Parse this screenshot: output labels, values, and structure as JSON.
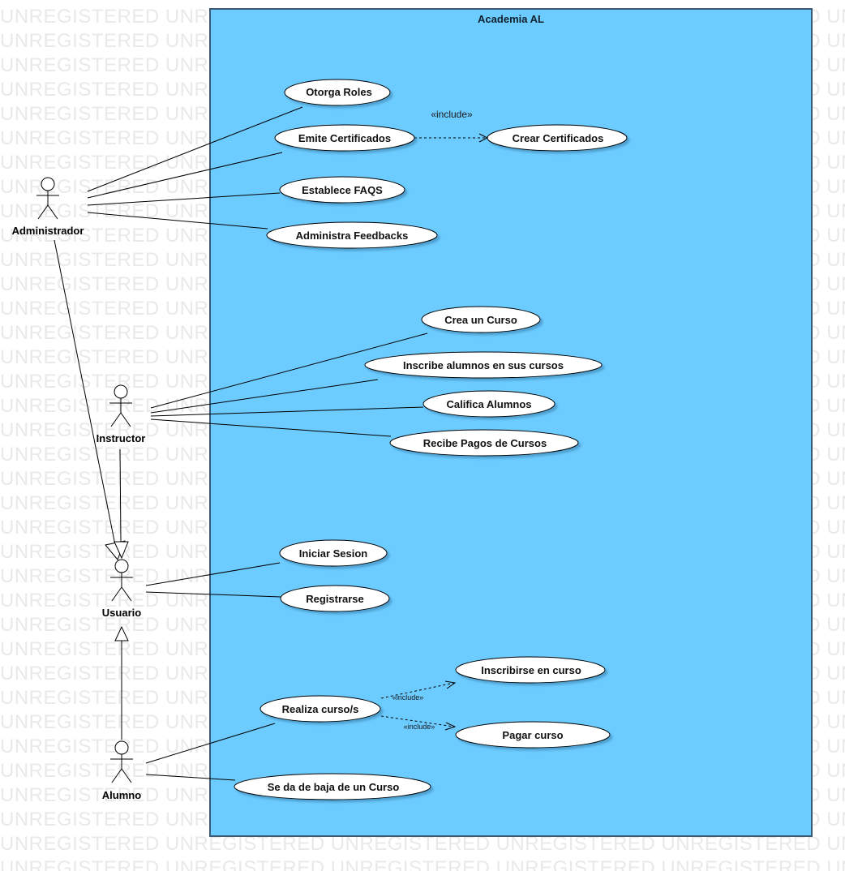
{
  "watermark_text": "UNREGISTERED",
  "system": {
    "title": "Academia AL"
  },
  "actors": {
    "administrador": "Administrador",
    "instructor": "Instructor",
    "usuario": "Usuario",
    "alumno": "Alumno"
  },
  "use_cases": {
    "otorga_roles": "Otorga Roles",
    "emite_certificados": "Emite Certificados",
    "crear_certificados": "Crear Certificados",
    "establece_faqs": "Establece FAQS",
    "administra_feedbacks": "Administra Feedbacks",
    "crea_curso": "Crea un Curso",
    "inscribe_alumnos": "Inscribe alumnos en sus cursos",
    "califica_alumnos": "Califica Alumnos",
    "recibe_pagos": "Recibe Pagos de Cursos",
    "iniciar_sesion": "Iniciar Sesion",
    "registrarse": "Registrarse",
    "inscribirse_curso": "Inscribirse en curso",
    "realiza_cursos": "Realiza curso/s",
    "pagar_curso": "Pagar curso",
    "baja_curso": "Se da de baja de un Curso"
  },
  "stereotypes": {
    "include_certificados": "«include»",
    "include_inscribirse": "«include»",
    "include_pagar": "«include»"
  },
  "colors": {
    "system_fill": "#6ccbff",
    "system_border": "#3b5a74",
    "use_case_fill": "#ffffff",
    "line": "#000000",
    "watermark": "#e9e9e9"
  }
}
